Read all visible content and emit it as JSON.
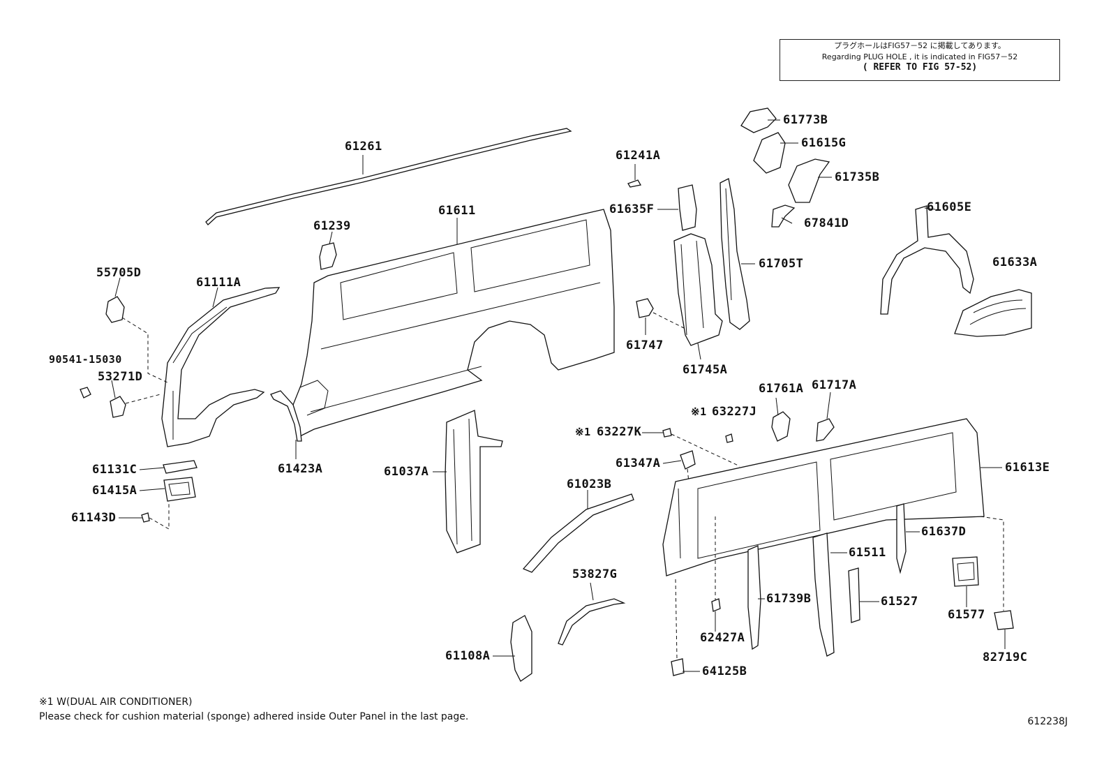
{
  "note": {
    "line_jp": "プラグホールはFIG57－52 に掲載してあります。",
    "line_en": "Regarding  PLUG  HOLE  ,  it  is  indicated  in  FIG57－52",
    "line_ref": "( REFER TO FIG 57-52)"
  },
  "parts": {
    "p61261": "61261",
    "p61611": "61611",
    "p61239": "61239",
    "p55705D": "55705D",
    "p61111A": "61111A",
    "p90541": "90541-15030",
    "p53271D": "53271D",
    "p61131C": "61131C",
    "p61415A": "61415A",
    "p61143D": "61143D",
    "p61423A": "61423A",
    "p61037A": "61037A",
    "p61023B": "61023B",
    "p53827G": "53827G",
    "p61108A": "61108A",
    "p61241A": "61241A",
    "p61635F": "61635F",
    "p61747": "61747",
    "p61745A": "61745A",
    "p61705T": "61705T",
    "p61773B": "61773B",
    "p61615G": "61615G",
    "p61735B": "61735B",
    "p67841D": "67841D",
    "p61605E": "61605E",
    "p61633A": "61633A",
    "p61761A": "61761A",
    "p61717A": "61717A",
    "p63227J": "63227J",
    "p63227K": "63227K",
    "p61347A": "61347A",
    "p61613E": "61613E",
    "p61637D": "61637D",
    "p61511": "61511",
    "p61739B": "61739B",
    "p61527": "61527",
    "p62427A": "62427A",
    "p61577": "61577",
    "p82719C": "82719C",
    "p64125B": "64125B",
    "mark": "※1"
  },
  "footer": {
    "line1": "※1 W(DUAL AIR CONDITIONER)",
    "line2": "Please check for cushion material (sponge) adhered inside Outer Panel in the last page."
  },
  "figure_id": "612238J"
}
